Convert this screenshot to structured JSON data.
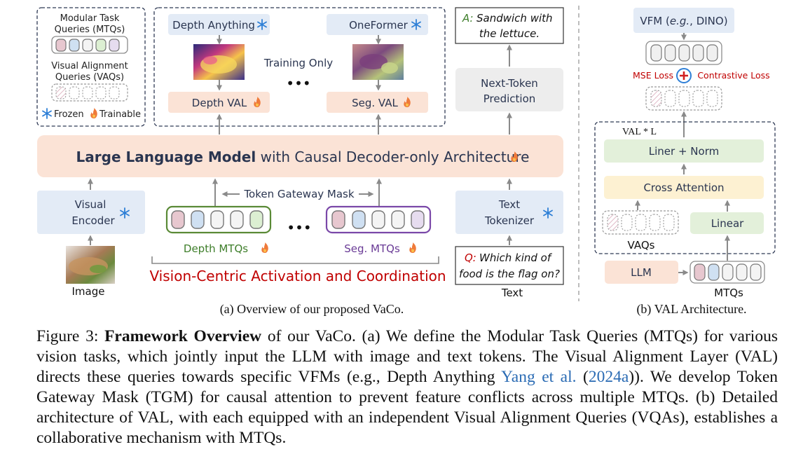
{
  "legend": {
    "mtq_line1": "Modular Task",
    "mtq_line2": "Queries (MTQs)",
    "vaq_line1": "Visual Alignment",
    "vaq_line2": "Queries (VAQs)",
    "frozen": "Frozen",
    "trainable": "Trainable"
  },
  "training": {
    "depth_anything": "Depth Anything",
    "oneformer": "OneFormer",
    "training_only": "Training Only",
    "depth_val": "Depth VAL",
    "seg_val": "Seg. VAL",
    "ellipsis": "•••"
  },
  "answer": {
    "prefix": "A:",
    "line1": "Sandwich with",
    "line2": "the lettuce."
  },
  "next_token": {
    "line1": "Next-Token",
    "line2": "Prediction"
  },
  "llm": {
    "bold": "Large Language Model",
    "rest": "with Causal Decoder-only Architecture"
  },
  "visual_encoder": {
    "line1": "Visual",
    "line2": "Encoder"
  },
  "image_label": "Image",
  "gateway": "Token Gateway Mask",
  "depth_mtqs": "Depth MTQs",
  "seg_mtqs": "Seg. MTQs",
  "vision_centric": "Vision-Centric Activation and Coordination",
  "text_tokenizer": {
    "line1": "Text",
    "line2": "Tokenizer"
  },
  "question": {
    "prefix": "Q:",
    "line1": "Which kind of",
    "line2": "food is the flag on?"
  },
  "text_label": "Text",
  "sub_a": "(a)   Overview of our proposed VaCo.",
  "right": {
    "vfm_pre": "VFM (",
    "vfm_eg": "e.g.",
    "vfm_post": ", DINO)",
    "mse": "MSE Loss",
    "contrastive": "Contrastive Loss",
    "val_l": "VAL * L",
    "liner_norm": "Liner + Norm",
    "cross_attention": "Cross Attention",
    "linear": "Linear",
    "vaqs": "VAQs",
    "llm": "LLM",
    "mtqs": "MTQs",
    "sub_b": "(b) VAL Architecture."
  },
  "caption": {
    "p1_label": "Figure 3: ",
    "p1_bold": "Framework Overview",
    "p1_rest": " of our VaCo. (a) We define the Modular Task Queries (MTQs) for various vision tasks, which jointly input the LLM with image and text tokens. The Visual Alignment Layer (VAL) directs these queries towards specific VFMs (e.g., Depth Anything ",
    "cite_name": "Yang et al.",
    "cite_open": " (",
    "cite_year": "2024a",
    "cite_close": ")).",
    "p2": " We develop Token Gateway Mask (TGM) for causal attention to prevent feature conflicts across multiple MTQs. (b) Detailed architecture of VAL, with each equipped with an independent Visual Alignment Queries (VQAs), establishes a collaborative mechanism with MTQs."
  },
  "colors": {
    "llm_fill": "#fbe3d6",
    "blue_fill": "#e3ebf6",
    "salmon_fill": "#fbe3d6",
    "gray_fill": "#ededed",
    "green_fill": "#e3f0da",
    "yellow_fill": "#fdf1d2",
    "depth_border": "#5a8a36",
    "seg_border": "#7a48a8",
    "red_text": "#c00000",
    "green_text": "#3e7e2a",
    "purple_text": "#6a3b96",
    "snow": "#2e7fd6",
    "flame": "#e8642c"
  }
}
